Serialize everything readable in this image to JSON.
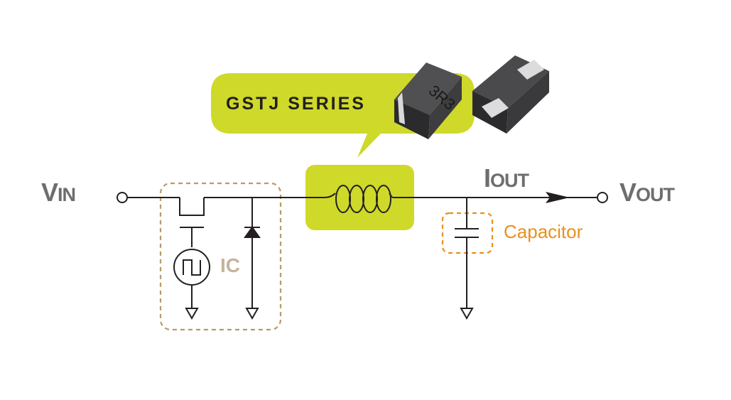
{
  "callout": {
    "title": "GSTJ SERIES",
    "chip_marking": "3R3"
  },
  "labels": {
    "vin_main": "V",
    "vin_sub": "IN",
    "vout_main": "V",
    "vout_sub": "OUT",
    "iout_main": "I",
    "iout_sub": "OUT",
    "ic": "IC",
    "capacitor": "Capacitor"
  },
  "colors": {
    "highlight": "#cfd92a",
    "wire": "#231f20",
    "label_gray": "#6d6e70",
    "ic_box": "#b79a6e",
    "ic_text": "#c7b39a",
    "capacitor": "#e8911d",
    "chip_body": "#3a3a3c",
    "chip_pad": "#d9d9d9"
  }
}
